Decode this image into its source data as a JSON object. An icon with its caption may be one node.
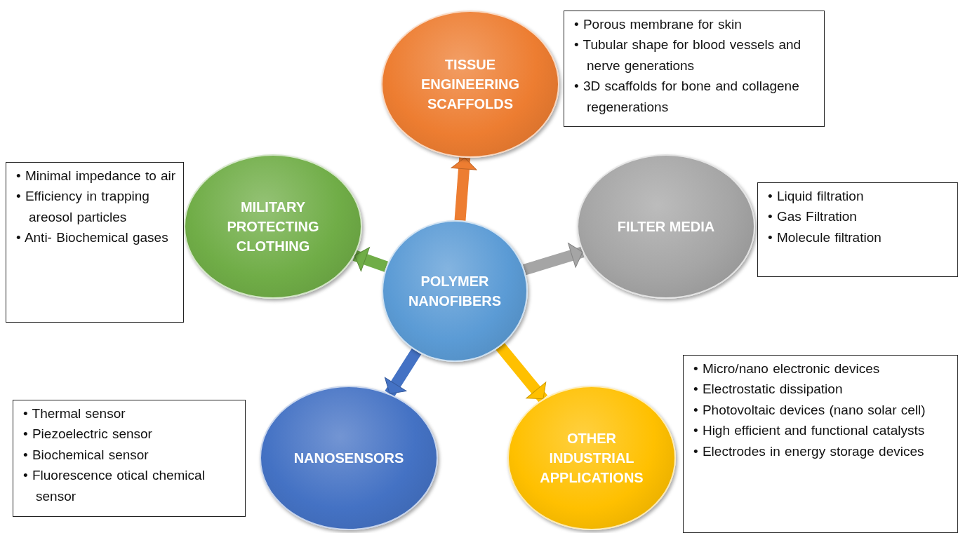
{
  "diagram": {
    "nodes": [
      {
        "text": [
          "TISSUE ENGINEERING SCAFFOLDS"
        ]
      },
      {
        "text": [
          "• Porous membrane for skin",
          "• Tubular shape for blood vessels and nerve generations",
          "• 3D scaffolds for bone and collagene regenerations"
        ]
      },
      {
        "text": [
          "• Minimal impedance to air",
          "• Efficiency in trapping areosol particles",
          "• Anti- Biochemical gases"
        ]
      },
      {
        "text": [
          "MILITARY PROTECTING CLOTHING"
        ]
      },
      {
        "text": [
          "POLYMER NANOFIBERS"
        ]
      },
      {
        "text": [
          "FILTER MEDIA"
        ]
      },
      {
        "text": [
          "• Liquid filtration",
          "• Gas Filtration",
          "• Molecule filtration"
        ]
      },
      {
        "text": [
          "• Thermal sensor",
          "• Piezoelectric sensor",
          "• Biochemical sensor",
          "• Fluorescence otical chemical sensor"
        ]
      },
      {
        "text": [
          "NANOSENSORS"
        ]
      },
      {
        "text": [
          "OTHER INDUSTRIAL APPLICATIONS"
        ]
      },
      {
        "text": [
          "• Micro/nano electronic devices",
          "• Electrostatic dissipation",
          "• Photovoltaic devices (nano solar cell)",
          "• High efficient and functional catalysts",
          "• Electrodes in energy storage devices"
        ]
      }
    ],
    "edges": [
      {
        "from": 4,
        "to": 0,
        "arrow": "to",
        "color": "#ed7d31"
      },
      {
        "from": 4,
        "to": 3,
        "arrow": "to",
        "color": "#70ad47"
      },
      {
        "from": 4,
        "to": 5,
        "arrow": "to",
        "color": "#a5a5a5"
      },
      {
        "from": 4,
        "to": 8,
        "arrow": "to",
        "color": "#4472c4"
      },
      {
        "from": 4,
        "to": 9,
        "arrow": "to",
        "color": "#ffc000"
      }
    ]
  }
}
